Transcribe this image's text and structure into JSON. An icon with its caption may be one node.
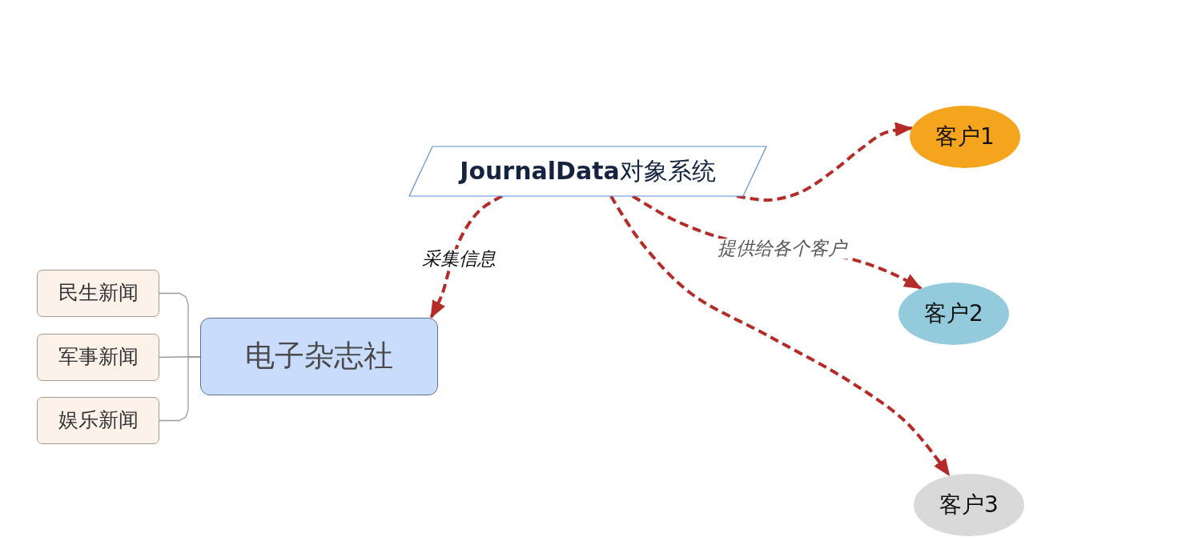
{
  "diagram": {
    "nodes": [
      {
        "text": [
          "**JournalData**对象系统"
        ]
      },
      {
        "text": [
          "客户1"
        ]
      },
      {
        "text": [
          "客户2"
        ]
      },
      {
        "text": [
          "客户3"
        ]
      },
      {
        "text": [
          "电子杂志社"
        ]
      },
      {
        "text": [
          "民生新闻"
        ]
      },
      {
        "text": [
          "军事新闻"
        ]
      },
      {
        "text": [
          "娱乐新闻"
        ]
      }
    ],
    "edges": [
      {
        "from": 0,
        "to": 4,
        "arrow": "to",
        "label": "采集信息",
        "style": "dashed"
      },
      {
        "from": 0,
        "to": 1,
        "arrow": "to",
        "style": "dashed"
      },
      {
        "from": 0,
        "to": 2,
        "arrow": "to",
        "label": "提供给各个客户",
        "style": "dashed"
      },
      {
        "from": 0,
        "to": 3,
        "arrow": "to",
        "style": "dashed"
      },
      {
        "from": 4,
        "to": 5,
        "arrow": "none",
        "color": "#9a9a9a"
      },
      {
        "from": 4,
        "to": 6,
        "arrow": "none",
        "color": "#9a9a9a"
      },
      {
        "from": 4,
        "to": 7,
        "arrow": "none",
        "color": "#9a9a9a"
      }
    ]
  }
}
